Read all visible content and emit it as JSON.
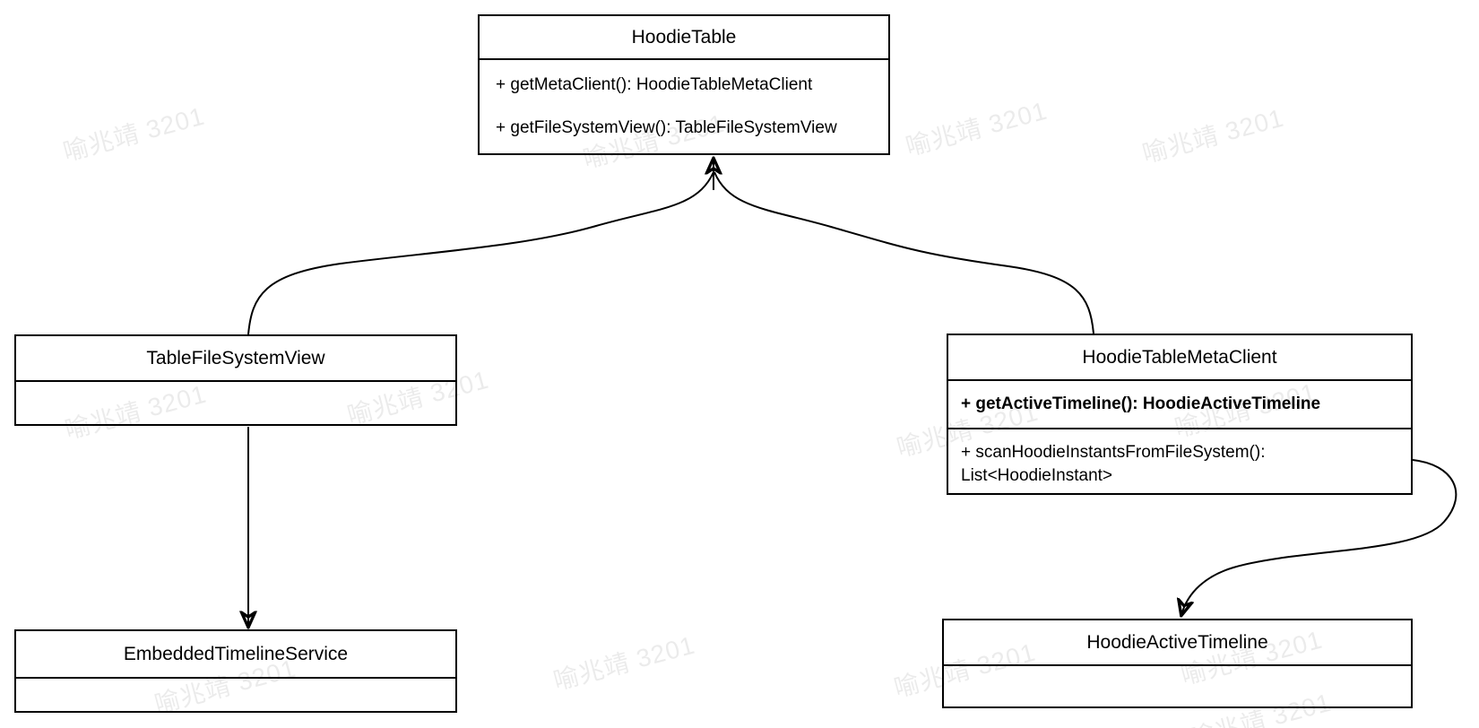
{
  "diagram": {
    "type": "uml-class-diagram",
    "colors": {
      "stroke": "#000000",
      "fill": "#ffffff",
      "watermark": "#ebebeb"
    },
    "classes": [
      {
        "name": "HoodieTable",
        "methods": [
          "+ getMetaClient(): HoodieTableMetaClient",
          "+ getFileSystemView(): TableFileSystemView"
        ]
      },
      {
        "name": "TableFileSystemView",
        "methods": []
      },
      {
        "name": "HoodieTableMetaClient",
        "methods": [
          "+ getActiveTimeline(): HoodieActiveTimeline",
          "+ scanHoodieInstantsFromFileSystem(): List<HoodieInstant>"
        ]
      },
      {
        "name": "EmbeddedTimelineService",
        "methods": []
      },
      {
        "name": "HoodieActiveTimeline",
        "methods": []
      }
    ],
    "relations": [
      {
        "from": "TableFileSystemView",
        "to": "HoodieTable",
        "style": "curved",
        "arrow": "filled"
      },
      {
        "from": "HoodieTableMetaClient",
        "to": "HoodieTable",
        "style": "curved",
        "arrow": "filled"
      },
      {
        "from": "TableFileSystemView",
        "to": "EmbeddedTimelineService",
        "style": "straight",
        "arrow": "filled"
      },
      {
        "from": "HoodieTableMetaClient",
        "to": "HoodieActiveTimeline",
        "style": "s-curve",
        "arrow": "filled"
      }
    ]
  },
  "watermark": {
    "text": "喻兆靖 3201"
  }
}
